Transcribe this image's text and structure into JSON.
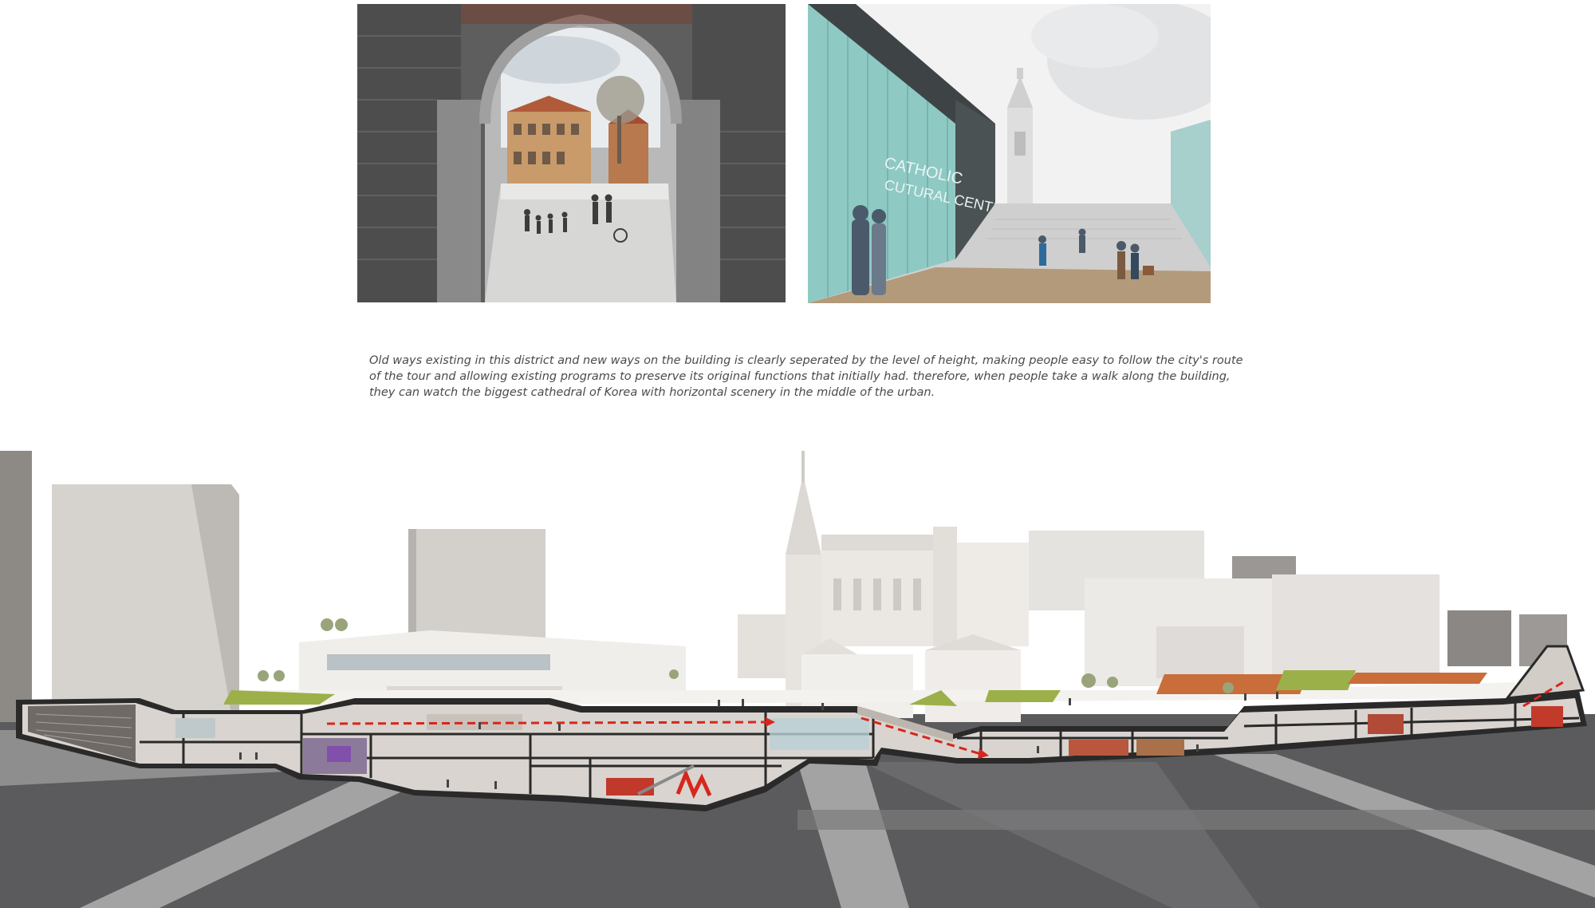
{
  "images": {
    "left": {
      "name": "gothic-arch-courtyard-rendering"
    },
    "right": {
      "name": "catholic-cultural-center-plaza-rendering",
      "signage_lines": [
        "CATHOLIC",
        "CUTURAL CENTER"
      ]
    }
  },
  "caption": {
    "lines": [
      "Old ways existing in this district and  new ways on the building is clearly seperated by the level of height, making people easy to follow the city's route",
      "of the tour and allowing existing programs to preserve its original functions that initially had. therefore, when people take a walk along the building,",
      "they can watch the biggest cathedral of Korea with horizontal scenery in the middle of the urban."
    ]
  },
  "section": {
    "name": "urban-section-perspective"
  },
  "colors": {
    "ground": "#5b5b5d",
    "sky": "#ffffff",
    "glass": "#8fc9c4",
    "route": "#d8261c",
    "lawn": "#9cb04a",
    "terracotta": "#c96d3a"
  }
}
